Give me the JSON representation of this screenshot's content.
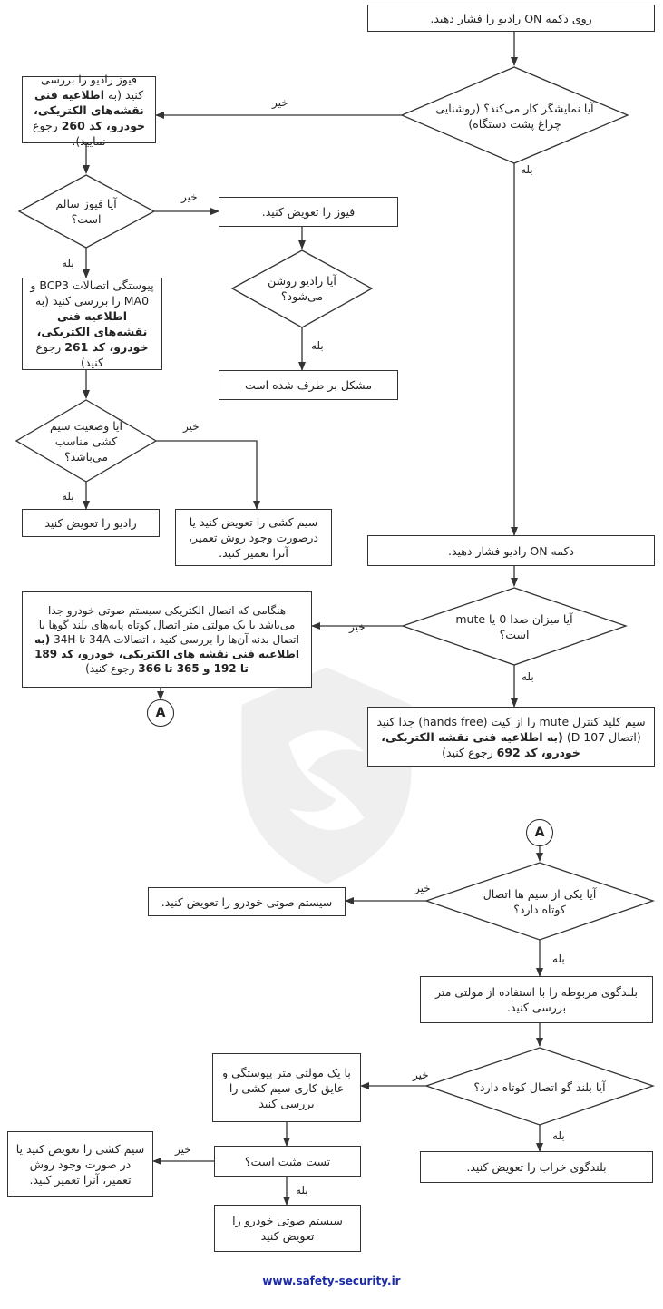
{
  "steps": {
    "s1": "روی دکمه ON رادیو را فشار دهید.",
    "s2_pre": "فیوز رادیو را بررسی کنید (به ",
    "s2_bold": "اطلاعیه فنی نقشه‌های الکتریکی، خودرو، کد 260",
    "s2_post": " رجوع نمایید).",
    "s3": "فیوز را تعویض کنید.",
    "s4_pre": "پیوستگی اتصالات BCP3 و MA0 را بررسی کنید (به ",
    "s4_bold": "اطلاعیه فنی نقشه‌های الکتریکی، خودرو، کد 261",
    "s4_post": " رجوع کنید)",
    "s5": "مشکل بر طرف شده است",
    "s6": "رادیو را تعویض کنید",
    "s7": "سیم کشی را تعویض کنید یا درصورت وجود روش تعمیر، آنرا تعمیر کنید.",
    "s8": "دکمه ON رادیو فشار دهید.",
    "s9_pre": "هنگامی که اتصال الکتریکی سیستم صوتی خودرو جدا می‌باشد با یک مولتی متر اتصال کوتاه پایه‌های بلند گوها یا اتصال بدنه آن‌ها را بررسی کنید ، اتصالات 34A تا 34H ",
    "s9_bold": "(به اطلاعیه فنی نقشه های الکتریکی، خودرو، کد 189 تا 192 و 365 تا 366",
    "s9_post": " رجوع کنید)",
    "s10_pre": "سیم کلید کنترل mute را از کیت (hands free) جدا کنید (اتصال D 107) ",
    "s10_bold": "(به اطلاعیه فنی نقشه الکتریکی، خودرو، کد 692",
    "s10_post": " رجوع کنید)",
    "s11": "سیستم صوتی خودرو را تعویض کنید.",
    "s12": "بلندگوی مربوطه را با استفاده از مولتی متر بررسی کنید.",
    "s13": "با یک مولتی متر پیوستگی و عایق کاری سیم کشی را بررسی کنید",
    "s14": "بلندگوی خراب را تعویض کنید.",
    "s15": "سیم کشی را تعویض کنید یا در صورت وجود روش تعمیر، آنرا تعمیر کنید.",
    "s16": "تست مثبت است؟",
    "s17": "سیستم صوتی خودرو را تعویض کنید"
  },
  "decisions": {
    "d1": "آیا نمایشگر کار می‌کند؟ (روشنایی چراغ پشت دستگاه)",
    "d2": "آیا فیوز سالم است؟",
    "d3": "آیا رادیو روشن می‌شود؟",
    "d4": "آیا وضعیت سیم کشی مناسب می‌باشد؟",
    "d5": "آیا میزان صدا 0 یا mute است؟",
    "d6": "آیا یکی از سیم ها اتصال کوتاه دارد؟",
    "d7": "آیا بلند گو اتصال کوتاه دارد؟"
  },
  "labels": {
    "yes": "بله",
    "no": "خیر"
  },
  "connectors": {
    "a": "A"
  },
  "footer": "www.safety-security.ir",
  "colors": {
    "line": "#333333",
    "footer": "#1a2aa8"
  }
}
